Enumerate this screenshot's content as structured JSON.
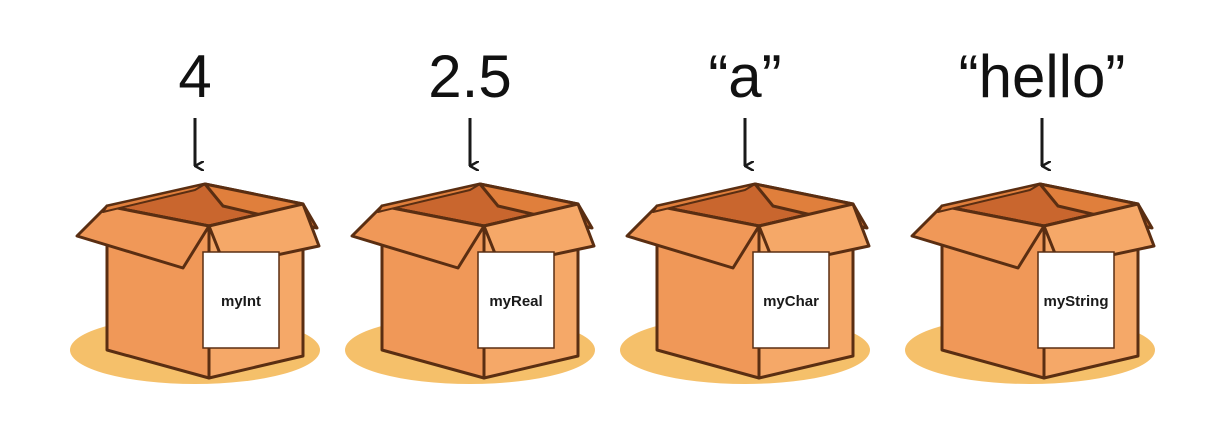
{
  "boxes": [
    {
      "value": "4",
      "label": "myInt"
    },
    {
      "value": "2.5",
      "label": "myReal"
    },
    {
      "value": "“a”",
      "label": "myChar"
    },
    {
      "value": "“hello”",
      "label": "myString"
    }
  ],
  "colors": {
    "shadow": "#F5C06A",
    "box_light": "#F5A868",
    "box_mid": "#F09858",
    "box_dark": "#E07F3C",
    "interior": "#C9662E",
    "outline": "#5A2E12",
    "label_bg": "#FFFFFF",
    "arrow": "#1A1A1A"
  }
}
